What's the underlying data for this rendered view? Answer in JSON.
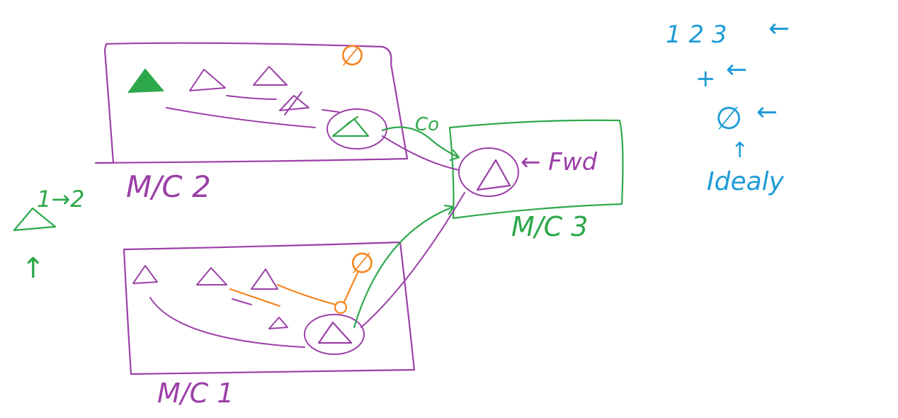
{
  "colors": {
    "purple": "#9b3fa7",
    "green": "#2da84a",
    "orange": "#f5841f",
    "blue": "#1e9bd7"
  },
  "machines": {
    "mc1": {
      "label": "M/C 1"
    },
    "mc2": {
      "label": "M/C 2"
    },
    "mc3": {
      "label": "M/C 3",
      "note": "← Fwd"
    }
  },
  "legend": {
    "numbers": "1  2  3",
    "plus": "+",
    "empty": "∅",
    "idealy": "Idealy",
    "arrow": "←",
    "up_arrow": "↑"
  },
  "left_note": {
    "step": "1→2",
    "up_arrow": "↑"
  },
  "orange_symbol": "∅",
  "green_note": "Co"
}
